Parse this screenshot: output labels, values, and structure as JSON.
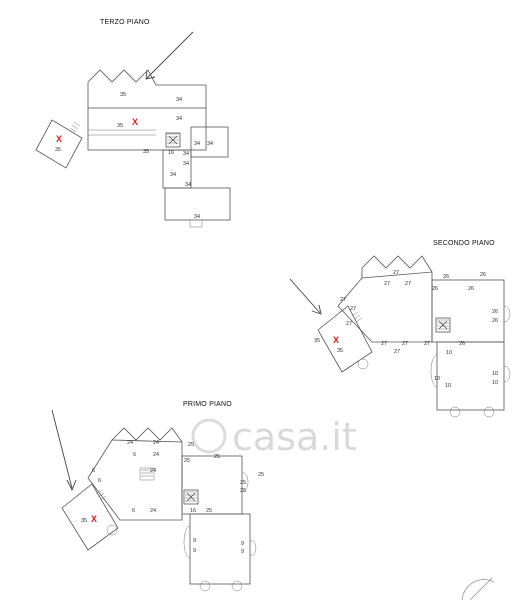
{
  "floors": {
    "terzo": {
      "title": "TERZO PIANO",
      "labels": [
        "35",
        "34",
        "35",
        "34",
        "34",
        "34",
        "34",
        "35",
        "16",
        "34",
        "34",
        "34",
        "34",
        "35"
      ]
    },
    "secondo": {
      "title": "SECONDO PIANO",
      "labels": [
        "27",
        "27",
        "27",
        "26",
        "26",
        "27",
        "27",
        "26",
        "26",
        "26",
        "26",
        "27",
        "35",
        "27",
        "27",
        "27",
        "27",
        "26",
        "10",
        "10",
        "10",
        "10",
        "10",
        "35"
      ]
    },
    "primo": {
      "title": "PRIMO PIANO",
      "labels": [
        "24",
        "24",
        "25",
        "25",
        "25",
        "25",
        "25",
        "6",
        "24",
        "24",
        "6",
        "6",
        "25",
        "16",
        "25",
        "35",
        "6",
        "24",
        "9",
        "9",
        "9",
        "9"
      ]
    }
  },
  "markers": {
    "symbol": "X",
    "color": "#e01b1b"
  },
  "watermark": {
    "text": "casa.it",
    "color": "#d9d9d9"
  }
}
